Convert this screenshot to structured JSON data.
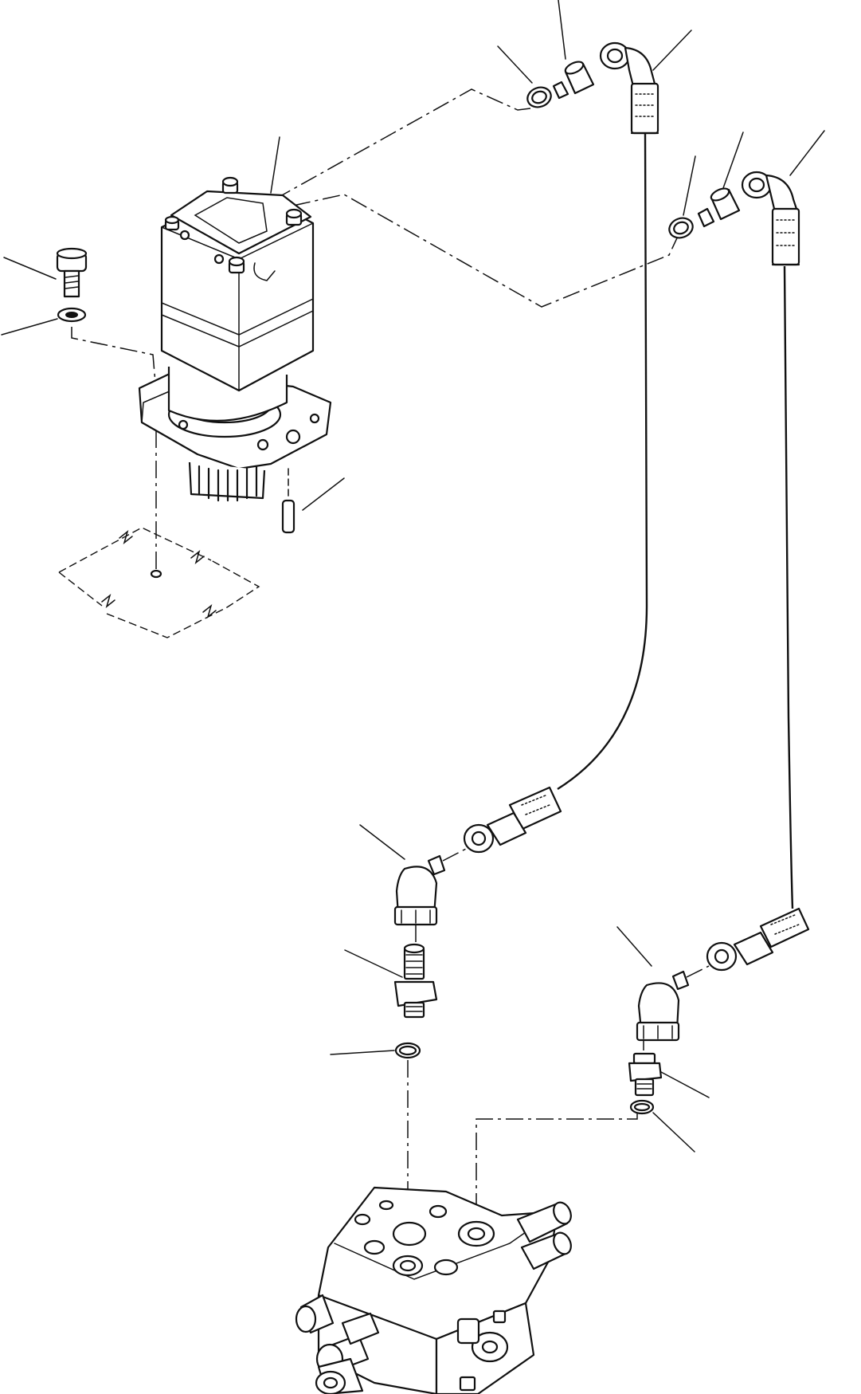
{
  "colors": {
    "ink": "#111111",
    "paper": "#ffffff"
  },
  "components": [
    "swing-motor",
    "mounting-bolt",
    "bolt-washer",
    "dowel-pin",
    "upper-fitting-1",
    "upper-oring-1",
    "upper-elbow-1",
    "upper-fitting-2",
    "upper-oring-2",
    "upper-elbow-2",
    "hose-1",
    "hose-2",
    "lower-elbow-1",
    "lower-adapter-1",
    "lower-oring-1",
    "lower-elbow-2",
    "lower-adapter-2",
    "lower-oring-2",
    "control-valve"
  ]
}
